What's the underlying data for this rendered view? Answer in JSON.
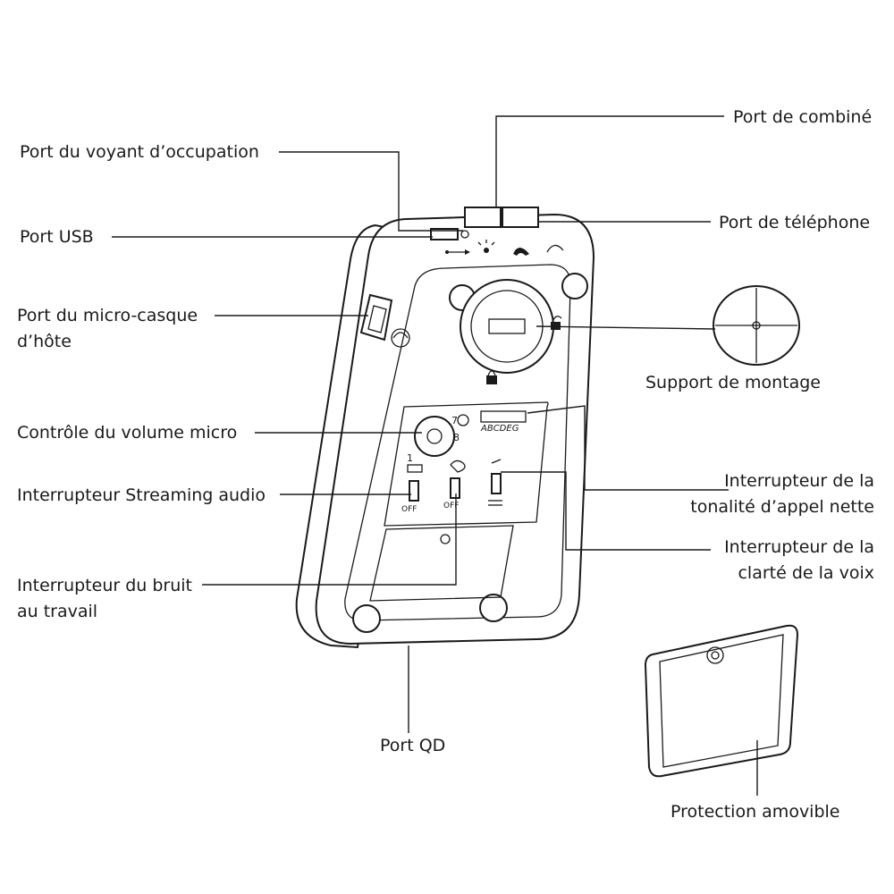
{
  "labels": {
    "handset_port": "Port de combiné",
    "busy_light_port": "Port du voyant d’occupation",
    "usb_port": "Port USB",
    "telephone_port": "Port de téléphone",
    "host_headset_port_line1": "Port du micro-casque",
    "host_headset_port_line2": "d’hôte",
    "mounting_bracket": "Support de montage",
    "mic_volume_control": "Contrôle du volume micro",
    "audio_streaming_switch": "Interrupteur Streaming audio",
    "clear_dial_tone_line1": "Interrupteur de la",
    "clear_dial_tone_line2": "tonalité d’appel nette",
    "voice_clarity_line1": "Interrupteur de la",
    "voice_clarity_line2": "clarté de la voix",
    "office_noise_line1": "Interrupteur du bruit",
    "office_noise_line2": "au travail",
    "qd_port": "Port QD",
    "removable_cover": "Protection amovible"
  },
  "device_markings": {
    "dial_digit_7": "7",
    "dial_digit_8": "8",
    "dial_digit_1": "1",
    "tone_code": "ABCDEG",
    "switch_off_left": "OFF",
    "switch_off_middle": "OFF"
  },
  "icons": [
    "usb-icon",
    "busy-light-icon",
    "handset-icon",
    "telephone-icon",
    "lock-icon",
    "unlock-icon",
    "headset-jack-icon",
    "mounting-screw-icon"
  ]
}
